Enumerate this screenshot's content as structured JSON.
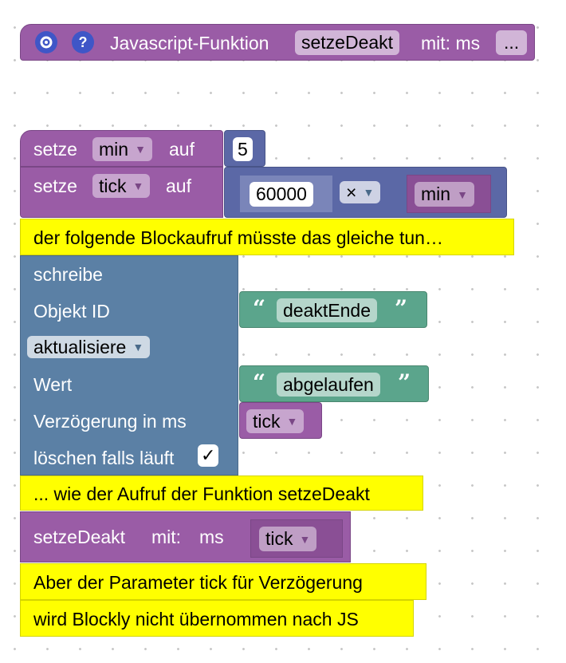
{
  "function_def": {
    "label": "Javascript-Funktion",
    "name": "setzeDeakt",
    "mit_label": "mit: ms",
    "more": "..."
  },
  "set_min": {
    "label": "setze",
    "var": "min",
    "auf": "auf",
    "value": "5"
  },
  "set_tick": {
    "label": "setze",
    "var": "tick",
    "auf": "auf",
    "left": "60000",
    "operator": "×",
    "right_var": "min"
  },
  "comment1": "der folgende Blockaufruf  müsste das gleiche tun…",
  "write_block": {
    "title": "schreibe",
    "object_id_label": "Objekt ID",
    "object_id_value": "deaktEnde",
    "mode": "aktualisiere",
    "value_label": "Wert",
    "value_text": "abgelaufen",
    "delay_label": "Verzögerung in ms",
    "delay_var": "tick",
    "clear_label": "löschen falls läuft",
    "clear_checked": "✓"
  },
  "comment2": "... wie der Aufruf der Funktion setzeDeakt",
  "call": {
    "name": "setzeDeakt",
    "mit": "mit:",
    "param": "ms",
    "arg": "tick"
  },
  "comment3": "Aber der Parameter tick  für Verzögerung",
  "comment4": "wird Blockly nicht übernommen nach JS",
  "colors": {
    "procedure": "#9a5ca6",
    "math": "#5b68a6",
    "text": "#5ba58c",
    "action": "#5b80a5",
    "comment": "#ffff00"
  }
}
